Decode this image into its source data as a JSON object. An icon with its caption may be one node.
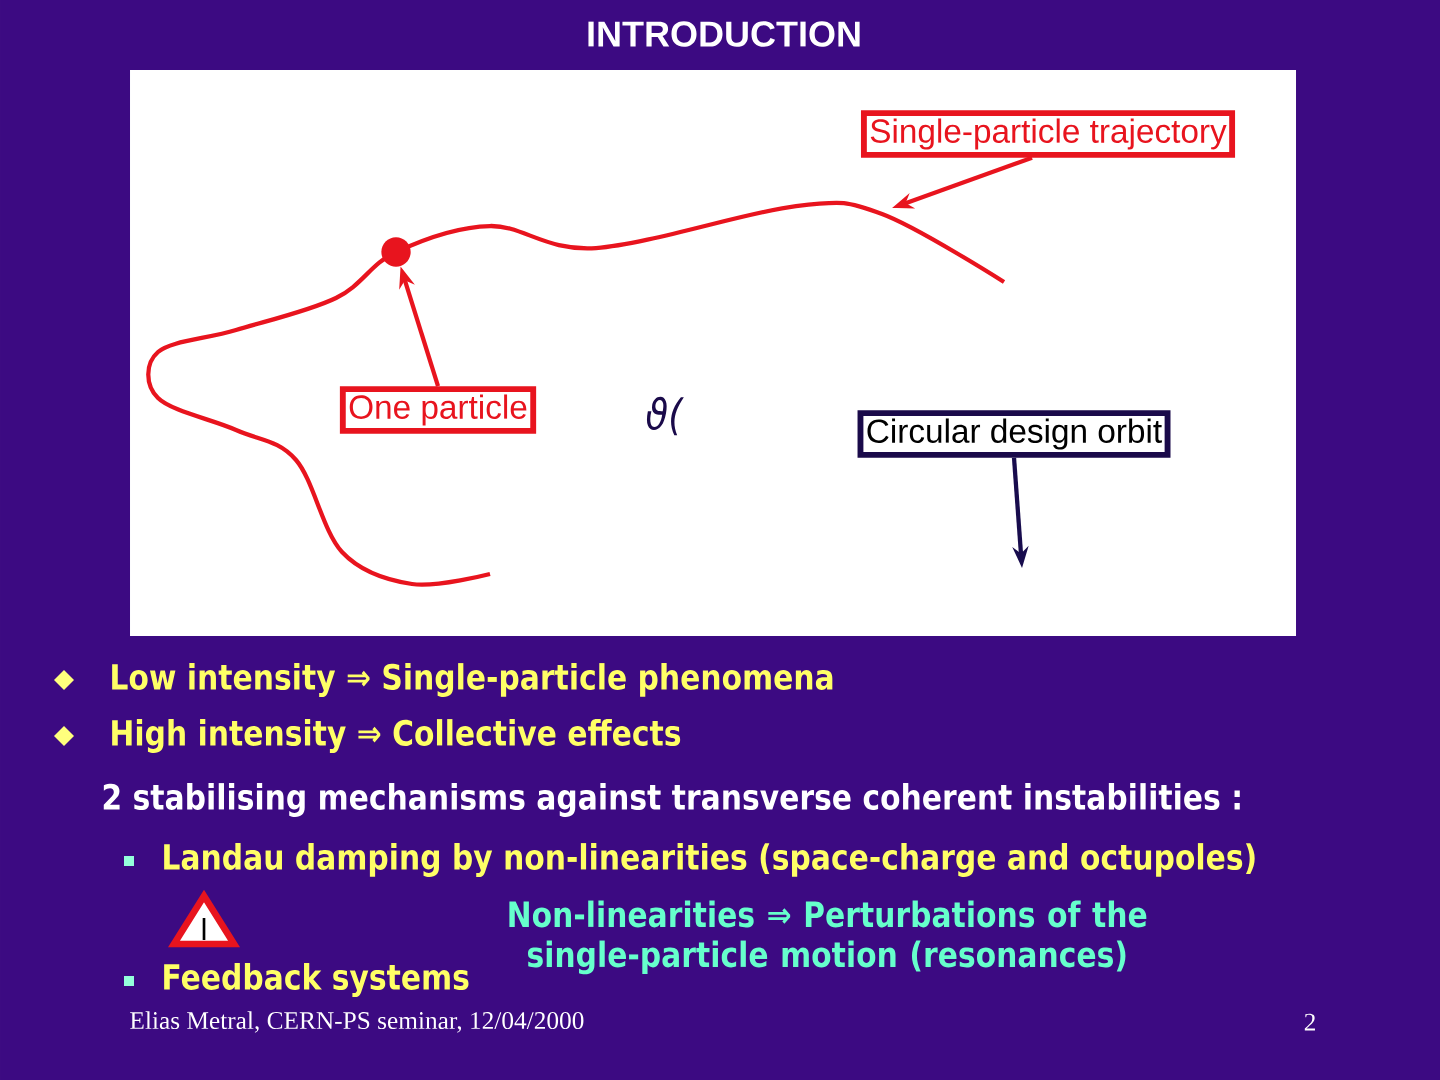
{
  "diagram": {
    "title": "INTRODUCTION",
    "nodes": [
      {
        "text": [
          "Single-particle trajectory"
        ]
      },
      {
        "text": [
          "One particle"
        ]
      },
      {
        "text": [
          "Circular design orbit"
        ]
      },
      {
        "text": [],
        "shape": "circle"
      }
    ],
    "edges": [
      {
        "from": 0,
        "to": null,
        "arrow": "to"
      },
      {
        "from": 1,
        "to": 3,
        "arrow": "to"
      },
      {
        "from": 2,
        "to": null,
        "arrow": "to",
        "color": "#1a0a4a"
      }
    ],
    "labels": [
      "ϑ(",
      "Low intensity ⇒ Single-particle phenomena",
      "High intensity ⇒ Collective effects",
      "2 stabilising mechanisms against transverse coherent instabilities :",
      "Landau damping by non-linearities (space-charge and octupoles)",
      "Non-linearities ⇒ Perturbations of the single-particle motion (resonances)",
      "Feedback systems",
      "Elias Metral, CERN-PS seminar, 12/04/2000",
      "2"
    ]
  }
}
